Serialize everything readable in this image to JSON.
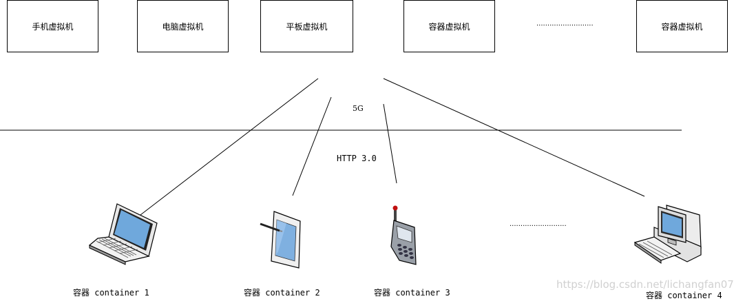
{
  "vms": [
    {
      "label": "手机虚拟机"
    },
    {
      "label": "电脑虚拟机"
    },
    {
      "label": "平板虚拟机"
    },
    {
      "label": "容器虚拟机"
    },
    {
      "label": "容器虚拟机"
    }
  ],
  "vm_ellipsis": "..........................",
  "network_label": "5G",
  "protocol_label": "HTTP 3.0",
  "device_ellipsis": "..........................",
  "containers": [
    {
      "label": "容器 container 1",
      "icon": "laptop-icon"
    },
    {
      "label": "容器 container 2",
      "icon": "tablet-icon"
    },
    {
      "label": "容器 container 3",
      "icon": "mobile-phone-icon"
    },
    {
      "label": "容器 container 4",
      "icon": "desktop-computer-icon"
    }
  ],
  "watermark": "https://blog.csdn.net/lichangfan07"
}
